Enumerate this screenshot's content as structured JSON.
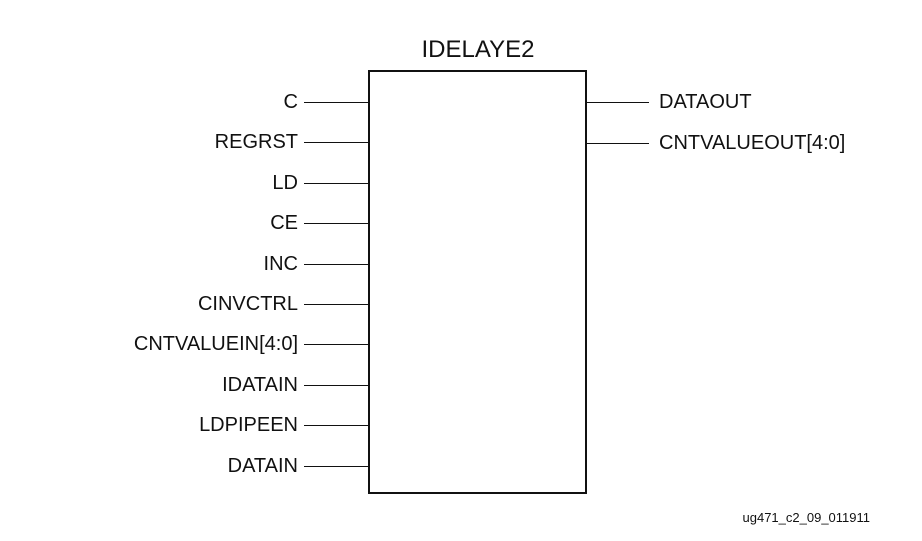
{
  "block": {
    "name": "IDELAYE2",
    "inputs": [
      "C",
      "REGRST",
      "LD",
      "CE",
      "INC",
      "CINVCTRL",
      "CNTVALUEIN[4:0]",
      "IDATAIN",
      "LDPIPEEN",
      "DATAIN"
    ],
    "outputs": [
      "DATAOUT",
      "CNTVALUEOUT[4:0]"
    ]
  },
  "figure_id": "ug471_c2_09_011911"
}
